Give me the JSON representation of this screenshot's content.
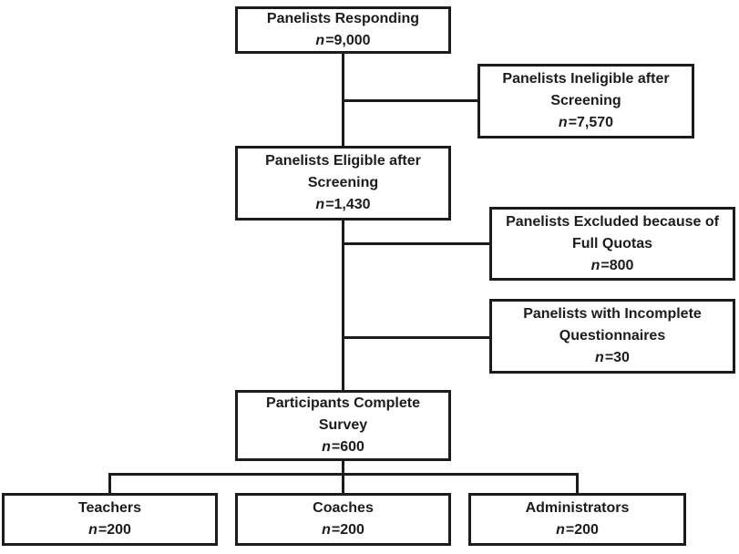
{
  "colors": {
    "ink": "#1c1c1c",
    "paper": "#ffffff"
  },
  "n_symbol": "n",
  "nodes": {
    "responding": {
      "label": [
        "Panelists Responding"
      ],
      "count": "=9,000"
    },
    "ineligible": {
      "label": [
        "Panelists Ineligible after",
        "Screening"
      ],
      "count": "=7,570"
    },
    "eligible": {
      "label": [
        "Panelists Eligible after",
        "Screening"
      ],
      "count": "=1,430"
    },
    "excluded": {
      "label": [
        "Panelists Excluded because of",
        "Full Quotas"
      ],
      "count": "=800"
    },
    "incomplete": {
      "label": [
        "Panelists with Incomplete",
        "Questionnaires"
      ],
      "count": "=30"
    },
    "complete": {
      "label": [
        "Participants Complete",
        "Survey"
      ],
      "count": "=600"
    },
    "teachers": {
      "label": [
        "Teachers"
      ],
      "count": "=200"
    },
    "coaches": {
      "label": [
        "Coaches"
      ],
      "count": "=200"
    },
    "administrators": {
      "label": [
        "Administrators"
      ],
      "count": "=200"
    }
  }
}
